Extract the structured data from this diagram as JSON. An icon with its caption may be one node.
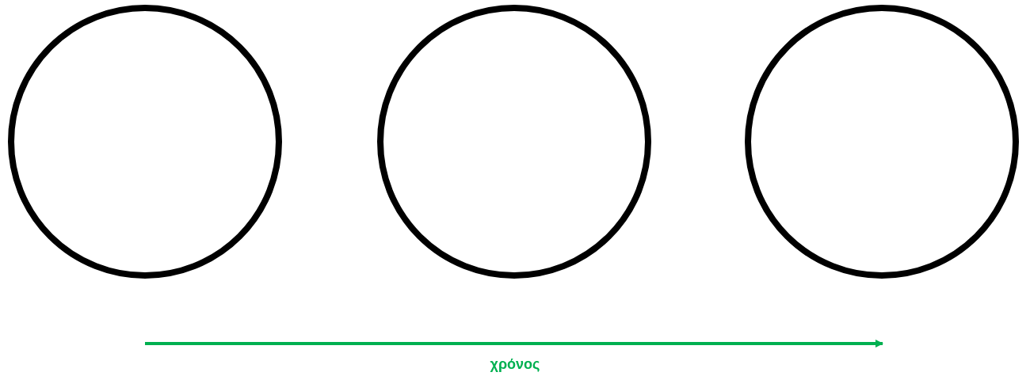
{
  "diagram": {
    "nodes": [
      {
        "text": [],
        "shape": "circle"
      },
      {
        "text": [],
        "shape": "circle"
      },
      {
        "text": [],
        "shape": "circle"
      }
    ],
    "labels": [
      "χρόνος"
    ]
  }
}
